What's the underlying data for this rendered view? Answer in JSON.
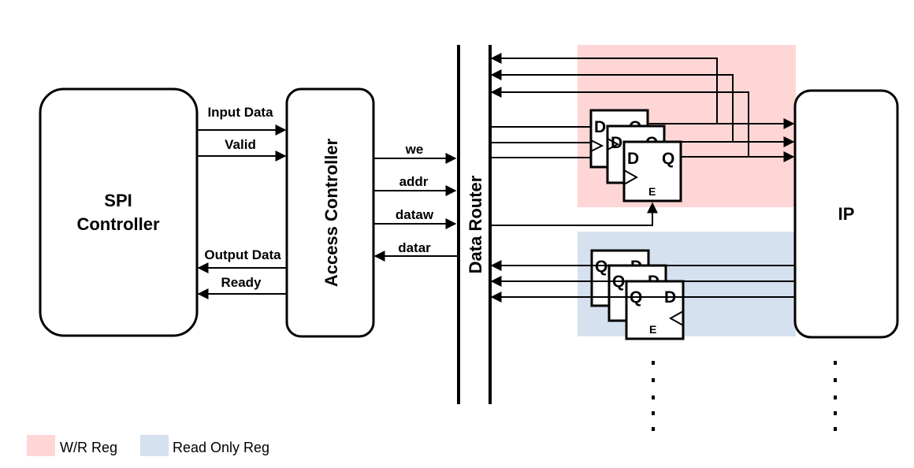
{
  "colors": {
    "wr_region": "#ffd6d6",
    "ro_region": "#d6e1ef",
    "line": "#000000"
  },
  "blocks": {
    "spi_line1": "SPI",
    "spi_line2": "Controller",
    "access": "Access Controller",
    "router": "Data Router",
    "ip": "IP"
  },
  "signals": {
    "input_data": "Input Data",
    "valid": "Valid",
    "output_data": "Output Data",
    "ready": "Ready",
    "we": "we",
    "addr": "addr",
    "dataw": "dataw",
    "datar": "datar"
  },
  "flipflop": {
    "d": "D",
    "q": "Q",
    "e": "E"
  },
  "legend": {
    "wr": "W/R Reg",
    "ro": "Read Only Reg"
  }
}
